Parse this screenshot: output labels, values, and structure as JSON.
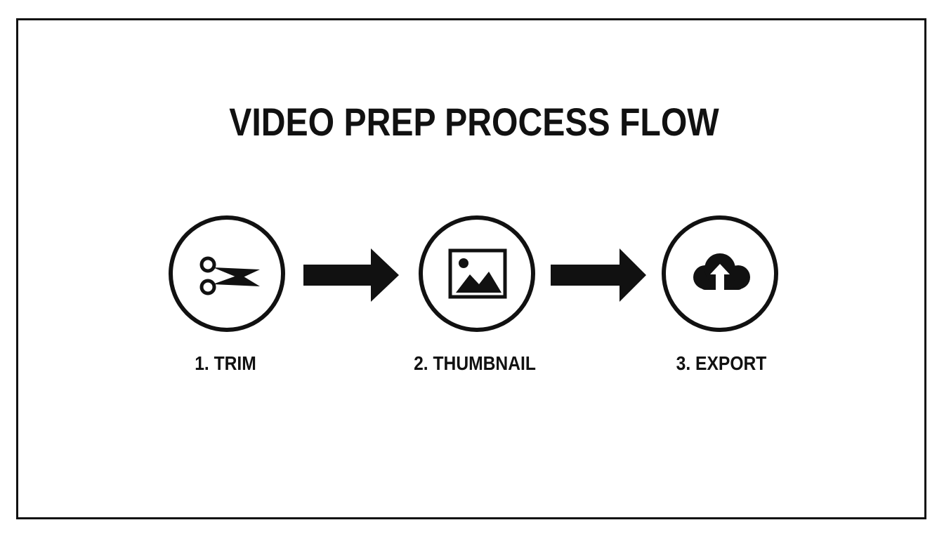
{
  "title": "VIDEO PREP PROCESS FLOW",
  "steps": [
    {
      "label": "1. TRIM",
      "icon": "scissors-icon"
    },
    {
      "label": "2. THUMBNAIL",
      "icon": "image-icon"
    },
    {
      "label": "3. EXPORT",
      "icon": "cloud-upload-icon"
    }
  ],
  "colors": {
    "ink": "#111111",
    "background": "#ffffff"
  }
}
